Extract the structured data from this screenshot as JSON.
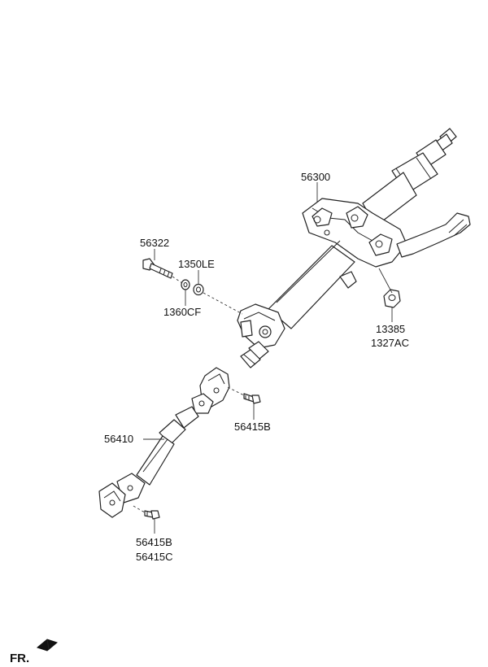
{
  "labels": {
    "p56300": "56300",
    "p56322": "56322",
    "p1350LE": "1350LE",
    "p1360CF": "1360CF",
    "p13385": "13385",
    "p1327AC": "1327AC",
    "p56410": "56410",
    "p56415B_upper": "56415B",
    "p56415B_lower": "56415B",
    "p56415C": "56415C"
  },
  "direction": {
    "label": "FR."
  },
  "icons": {
    "front_arrow": "arrow-left-icon"
  }
}
